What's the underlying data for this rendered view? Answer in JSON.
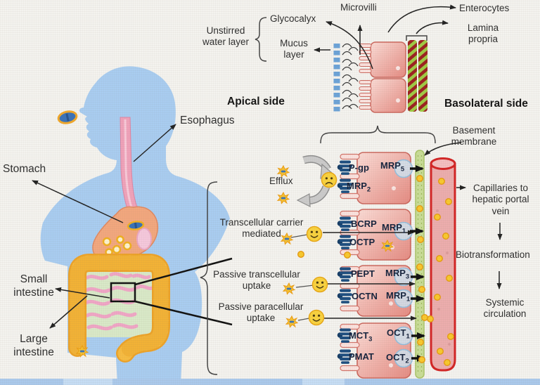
{
  "labels": {
    "unstirred": {
      "line1": "Unstirred",
      "line2": "water layer"
    },
    "glycocalyx": "Glycocalyx",
    "mucus": {
      "line1": "Mucus",
      "line2": "layer"
    },
    "microvilli": "Microvilli",
    "enterocytes": "Enterocytes",
    "lamina": {
      "line1": "Lamina",
      "line2": "propria"
    },
    "apical": "Apical side",
    "basolateral": "Basolateral side",
    "esophagus": "Esophagus",
    "stomach": "Stomach",
    "small_intestine": {
      "line1": "Small",
      "line2": "intestine"
    },
    "large_intestine": {
      "line1": "Large",
      "line2": "intestine"
    },
    "basement": {
      "line1": "Basement",
      "line2": "membrane"
    },
    "efflux": "Efflux",
    "transcellular_carrier": {
      "line1": "Transcellular carrier",
      "line2": "mediated"
    },
    "passive_transcellular": {
      "line1": "Passive transcellular",
      "line2": "uptake"
    },
    "passive_paracellular": {
      "line1": "Passive paracellular",
      "line2": "uptake"
    },
    "capillaries": {
      "line1": "Capillaries to",
      "line2": "hepatic portal",
      "line3": "vein"
    },
    "biotransformation": "Biotransformation",
    "systemic": {
      "line1": "Systemic",
      "line2": "circulation"
    }
  },
  "transporters": {
    "apical": [
      {
        "base": "P-gp",
        "sub": ""
      },
      {
        "base": "MRP",
        "sub": "2"
      },
      {
        "base": "BCRP",
        "sub": ""
      },
      {
        "base": "OCTP",
        "sub": ""
      },
      {
        "base": "PEPT",
        "sub": ""
      },
      {
        "base": "OCTN",
        "sub": ""
      },
      {
        "base": "MCT",
        "sub": "3"
      },
      {
        "base": "PMAT",
        "sub": ""
      }
    ],
    "basolateral": [
      {
        "base": "MRP",
        "sub": "5"
      },
      {
        "base": "MRP",
        "sub": "1"
      },
      {
        "base": "MRP",
        "sub": "3"
      },
      {
        "base": "MRP",
        "sub": "1"
      },
      {
        "base": "OCT",
        "sub": "1"
      },
      {
        "base": "OCT",
        "sub": "2"
      }
    ]
  },
  "palette": {
    "background": "#f4f3ef",
    "body_blue": "#a9cdf1",
    "esophagus_pink": "#f0a2ba",
    "stomach_salmon": "#f2a77e",
    "intestine_orange": "#f7bc42",
    "cell_pink": "#eea49b",
    "cell_border": "#cb685e",
    "transporter_blue": "#1d4e80",
    "basement_green": "#c9dd97",
    "capillary_red": "#d32525",
    "capillary_fill": "#ecadad",
    "drug_yellow": "#f5c133",
    "pill_blue": "#3a72b8",
    "arrow_black": "#222222"
  }
}
